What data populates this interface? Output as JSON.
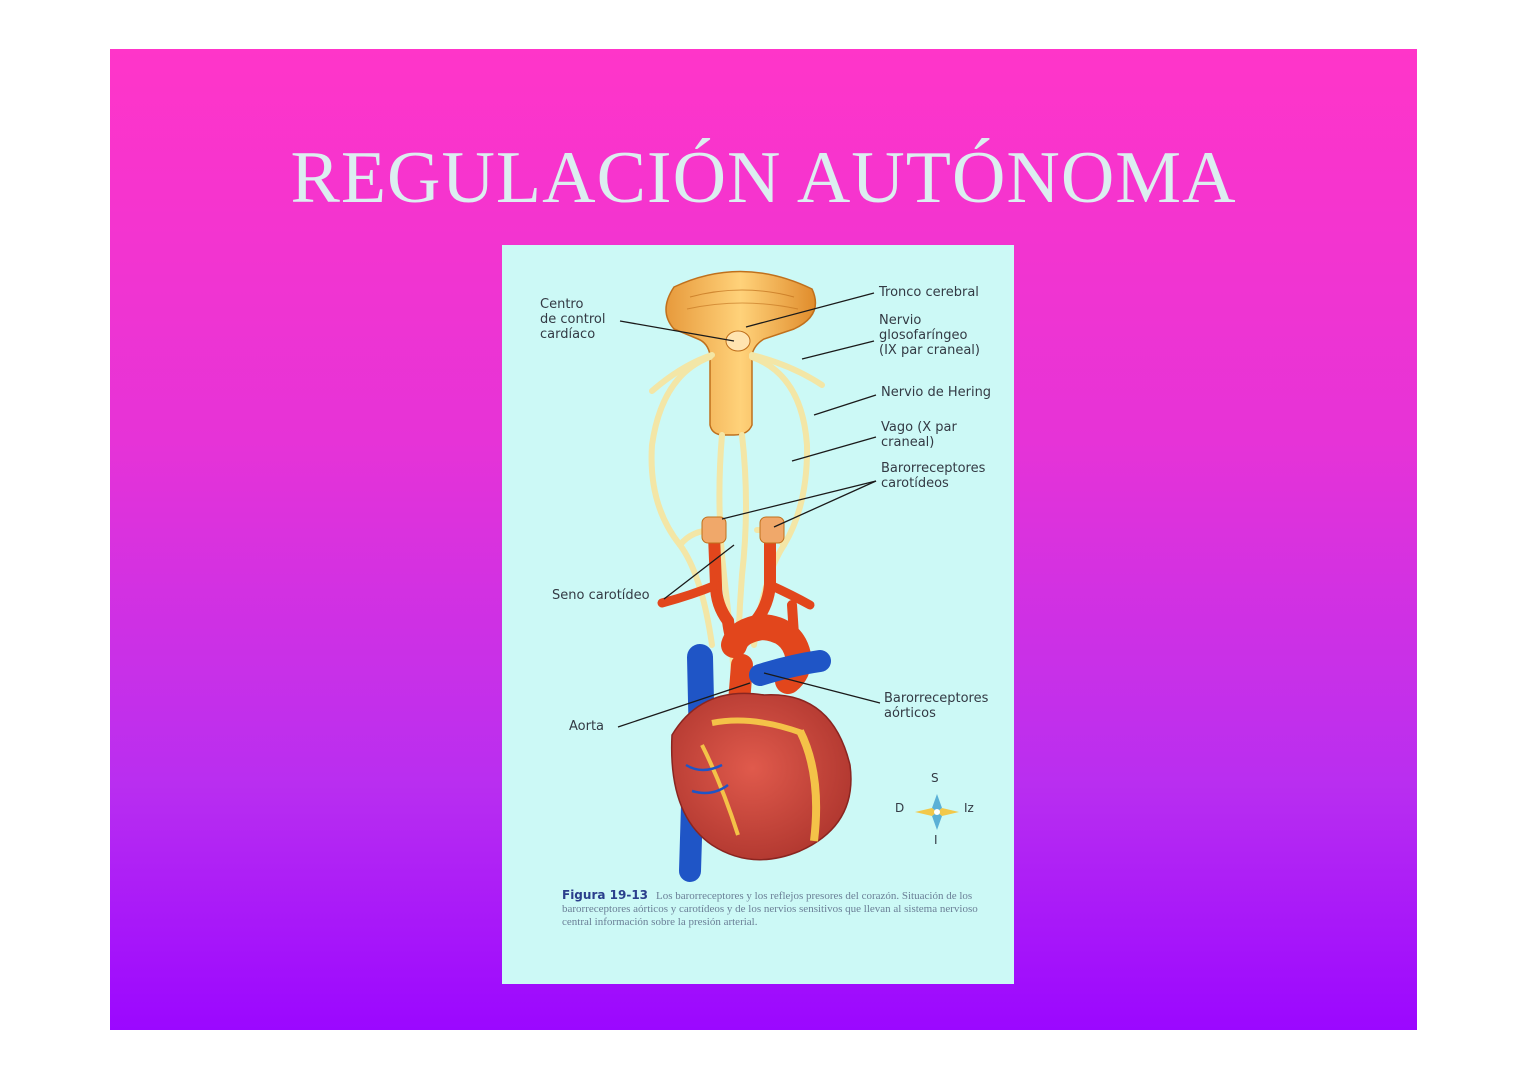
{
  "slide": {
    "title": "REGULACIÓN AUTÓNOMA"
  },
  "figure": {
    "labels": {
      "centro_control": "Centro\nde control\ncardíaco",
      "tronco_cerebral": "Tronco cerebral",
      "nervio_glosofaringeo": "Nervio\nglosofaríngeo\n(IX par craneal)",
      "nervio_hering": "Nervio de Hering",
      "vago": "Vago (X par\ncraneal)",
      "baro_carotideos": "Barorreceptores\ncarotídeos",
      "seno_carotideo": "Seno carotídeo",
      "baro_aorticos": "Barorreceptores\naórticos",
      "aorta": "Aorta"
    },
    "compass": {
      "superior": "S",
      "derecha": "D",
      "izquierda": "Iz",
      "inferior": "I"
    },
    "caption": {
      "number": "Figura 19-13",
      "text": "Los barorreceptores y los reflejos presores del corazón. Situación de los barorreceptores aórticos y carotídeos y de los nervios sensitivos que llevan al sistema nervioso central información sobre la presión arterial."
    }
  },
  "colors": {
    "slide_top": "#ff35c9",
    "slide_bottom": "#9b07ff",
    "title": "#dceef0",
    "figure_bg": "#ccf9f6",
    "nerve": "#f3e6a6",
    "artery": "#e2461c",
    "vein": "#1f55c6",
    "heart": "#cf4a3e"
  }
}
